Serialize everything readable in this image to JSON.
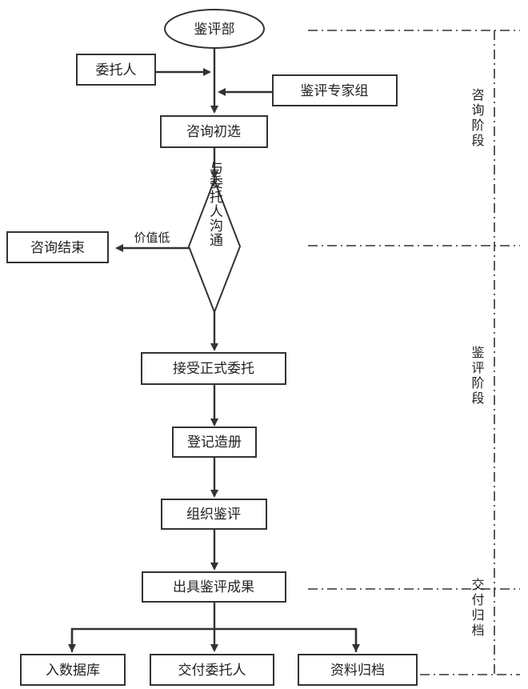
{
  "nodes": {
    "dept": "鉴评部",
    "client": "委托人",
    "experts": "鉴评专家组",
    "consult": "咨询初选",
    "communicate": "与委托人沟通",
    "end": "咨询结束",
    "accept": "接受正式委托",
    "register": "登记造册",
    "organize": "组织鉴评",
    "result": "出具鉴评成果",
    "database": "入数据库",
    "deliver": "交付委托人",
    "archive": "资料归档"
  },
  "edges": {
    "low_value": "价值低"
  },
  "phases": {
    "consult_phase": "咨询阶段",
    "evaluation_phase": "鉴评阶段",
    "delivery_phase": "交付归档"
  }
}
